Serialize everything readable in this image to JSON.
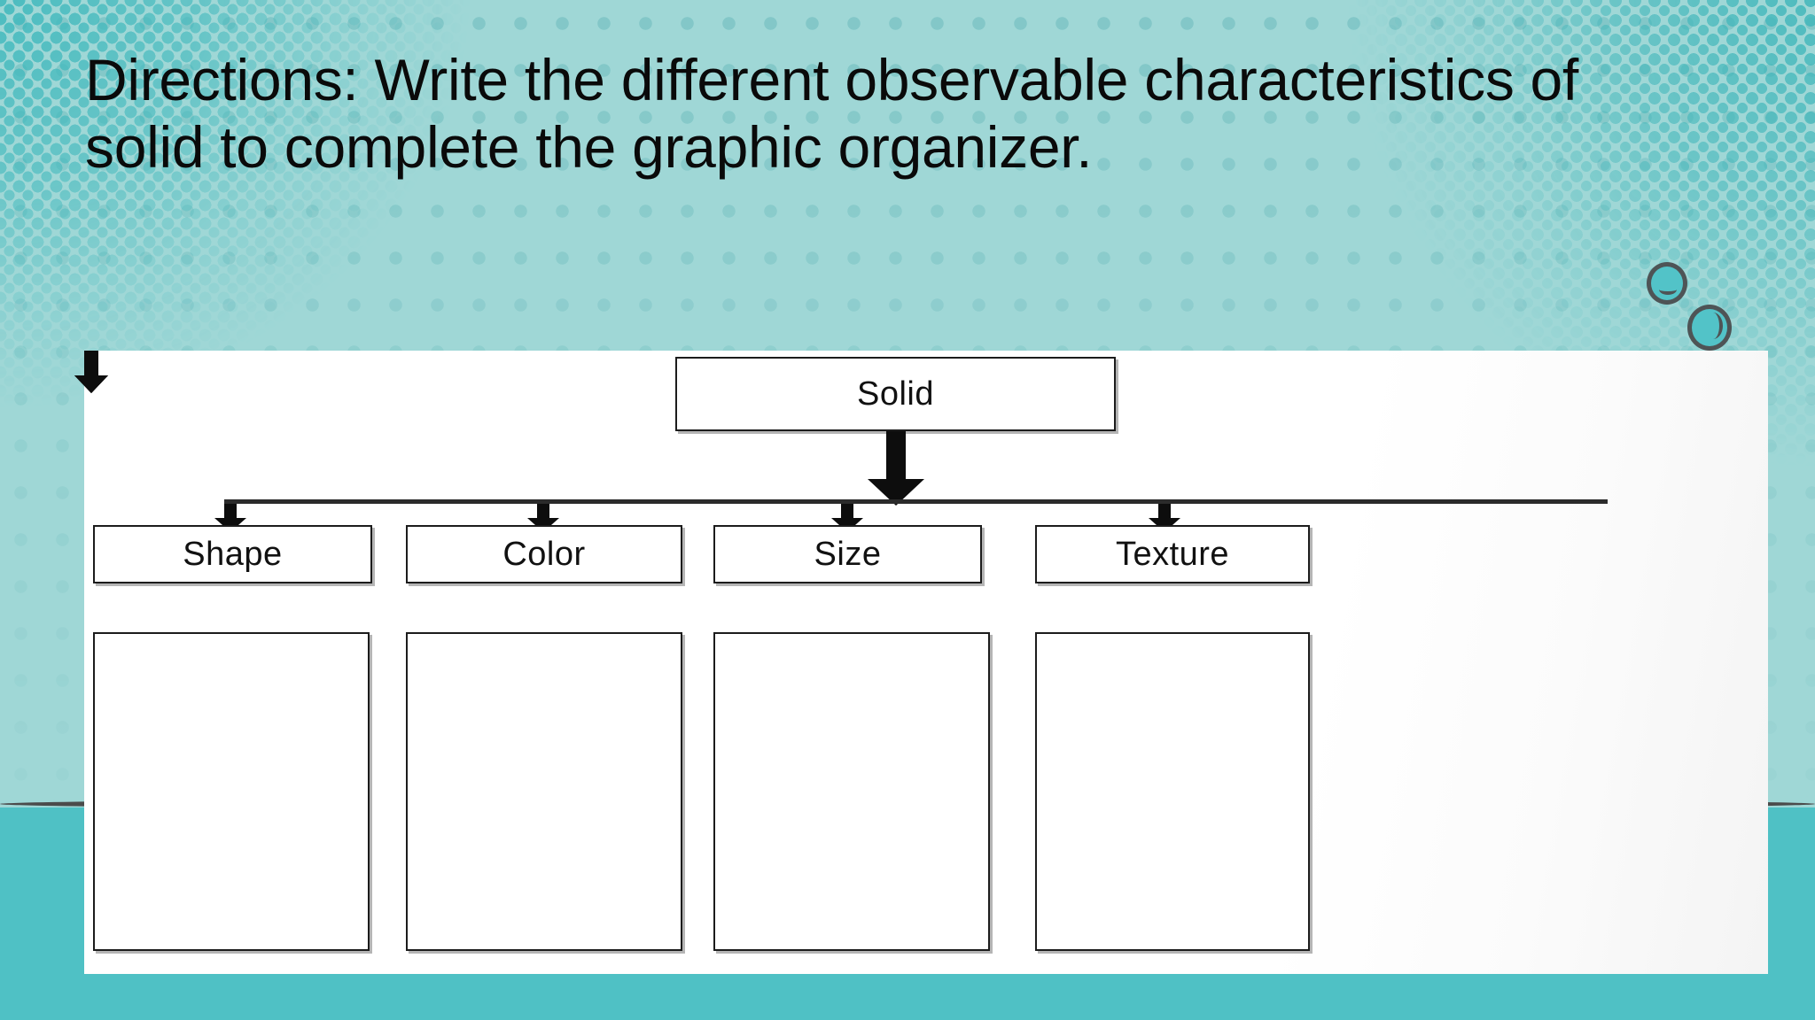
{
  "slide": {
    "title": "Directions: Write the different observable characteristics of solid to complete the graphic organizer.",
    "background_color_top": "#9fd7d6",
    "background_color_bottom": "#4fc1c5",
    "accent_color": "#42b9bd",
    "panel_color": "#ffffff",
    "text_color": "#0a0a0a"
  },
  "decor": {
    "bubble_one": "bubble-smile-icon",
    "bubble_two": "bubble-swirl-icon",
    "texture_left": "halftone-dots-left",
    "texture_right": "halftone-dots-right"
  },
  "organizer": {
    "root": {
      "label": "Solid"
    },
    "categories": [
      {
        "label": "Shape",
        "answer": ""
      },
      {
        "label": "Color",
        "answer": ""
      },
      {
        "label": "Size",
        "answer": ""
      },
      {
        "label": "Texture",
        "answer": ""
      }
    ],
    "connector_color": "#0d0d0d",
    "box_border_color": "#1c1c1c"
  }
}
